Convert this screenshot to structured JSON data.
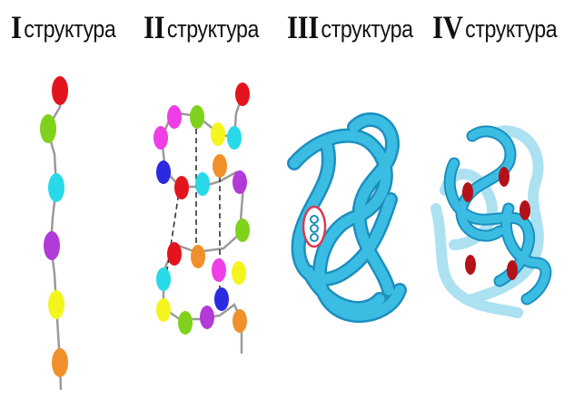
{
  "panels": [
    {
      "numeral": "I",
      "label": "структура"
    },
    {
      "numeral": "II",
      "label": "структура"
    },
    {
      "numeral": "III",
      "label": "структура"
    },
    {
      "numeral": "IV",
      "label": "структура"
    }
  ],
  "colors": {
    "red": "#e4141e",
    "green": "#7fd21c",
    "cyan": "#28dae8",
    "purple": "#b23ad8",
    "yellow": "#f5f51e",
    "orange": "#f0902a",
    "magenta": "#ee3ee6",
    "blue": "#2a2ae0",
    "chain": "#9a9a9a",
    "protein": "#3bbde3",
    "protein_dark": "#1c8fbf",
    "heme": "#b41218"
  },
  "icons": [
    "primary-chain",
    "alpha-helix",
    "tertiary-fold",
    "quaternary-complex"
  ]
}
